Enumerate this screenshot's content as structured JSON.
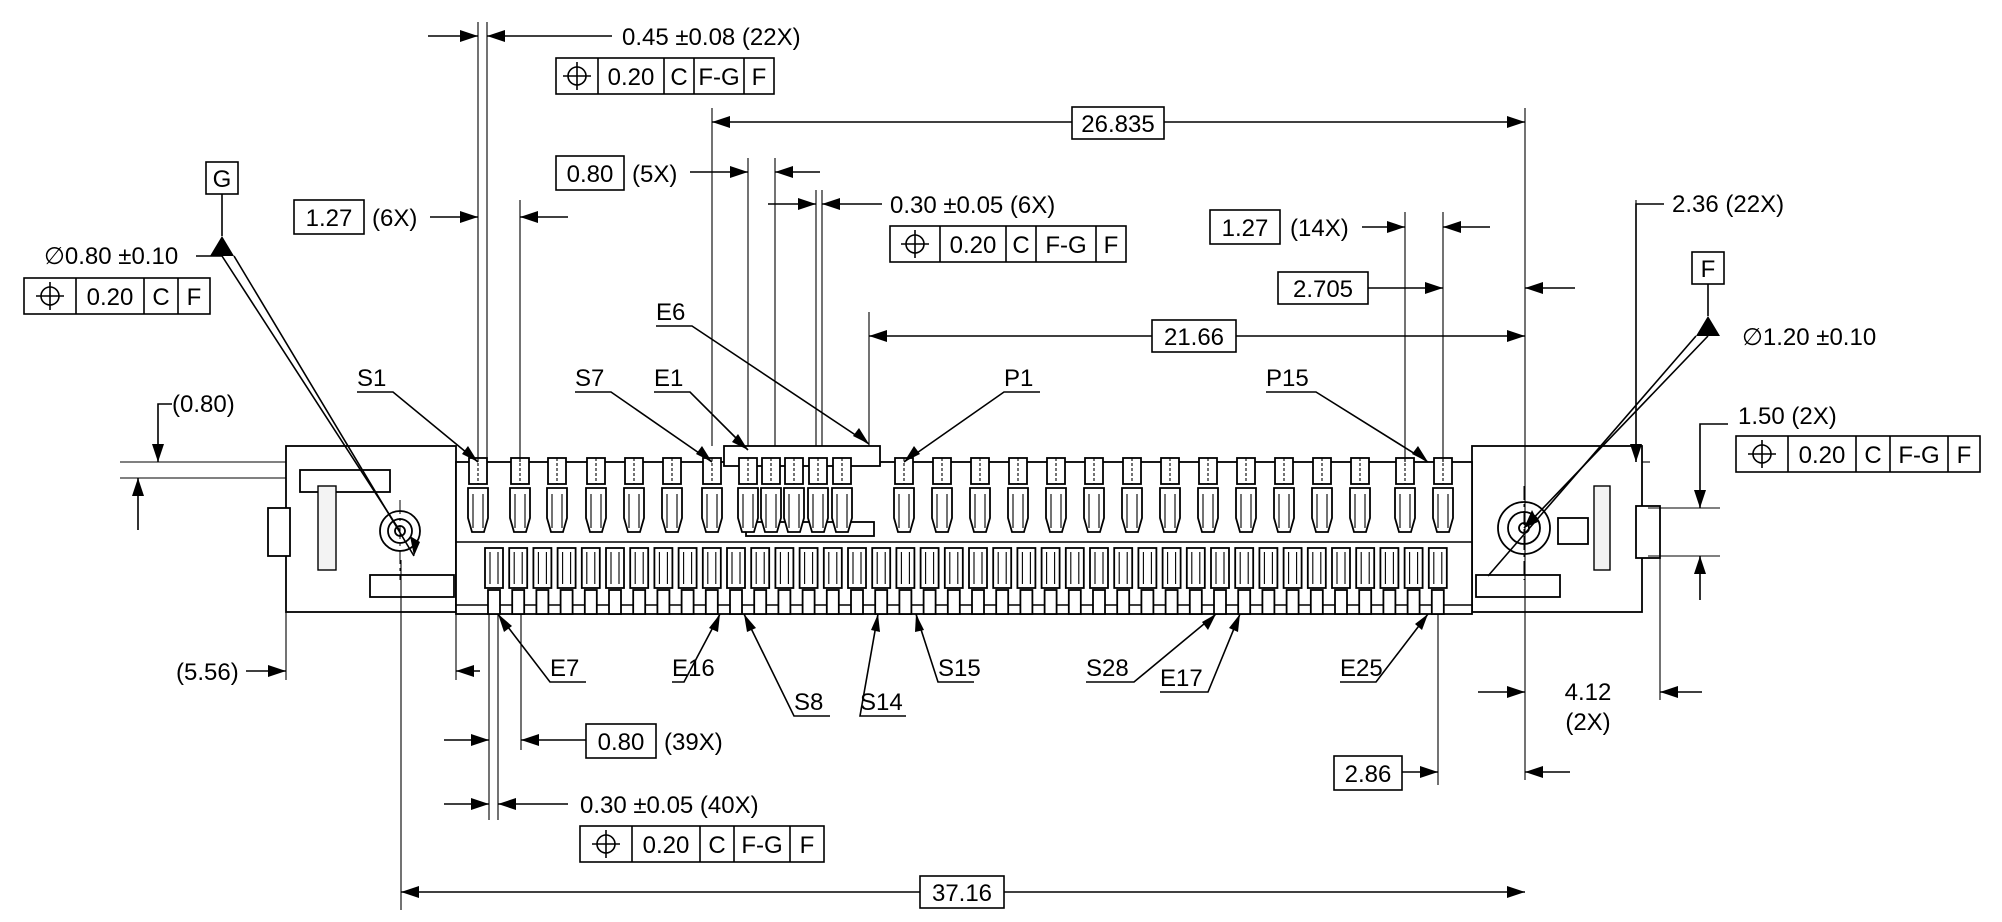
{
  "dims": {
    "d045": "0.45 ±0.08 (22X)",
    "d26835": "26.835",
    "d080_5x_val": "0.80",
    "d080_5x_qty": "(5X)",
    "d030_6x": "0.30 ±0.05 (6X)",
    "d127_6x_val": "1.27",
    "d127_6x_qty": "(6X)",
    "d127_14x_val": "1.27",
    "d127_14x_qty": "(14X)",
    "d2705": "2.705",
    "d2166": "21.66",
    "d236": "2.36 (22X)",
    "d150": "1.50 (2X)",
    "d080_ref": "(0.80)",
    "d556": "(5.56)",
    "d080_39x_val": "0.80",
    "d080_39x_qty": "(39X)",
    "d030_40x": "0.30 ±0.05 (40X)",
    "d412_a": "4.12",
    "d412_b": "(2X)",
    "d286": "2.86",
    "d3716": "37.16",
    "hole_left": "∅0.80 ±0.10",
    "hole_right": "∅1.20 ±0.10"
  },
  "datums": {
    "G": "G",
    "F": "F"
  },
  "fcf": {
    "tol": "0.20",
    "c": "C",
    "fg": "F-G",
    "f": "F",
    "symbol": "position-symbol"
  },
  "pins": {
    "S1": "S1",
    "S7": "S7",
    "E1": "E1",
    "E6": "E6",
    "P1": "P1",
    "P15": "P15",
    "E7": "E7",
    "E16": "E16",
    "S8": "S8",
    "S14": "S14",
    "S15": "S15",
    "S28": "S28",
    "E17": "E17",
    "E25": "E25"
  }
}
